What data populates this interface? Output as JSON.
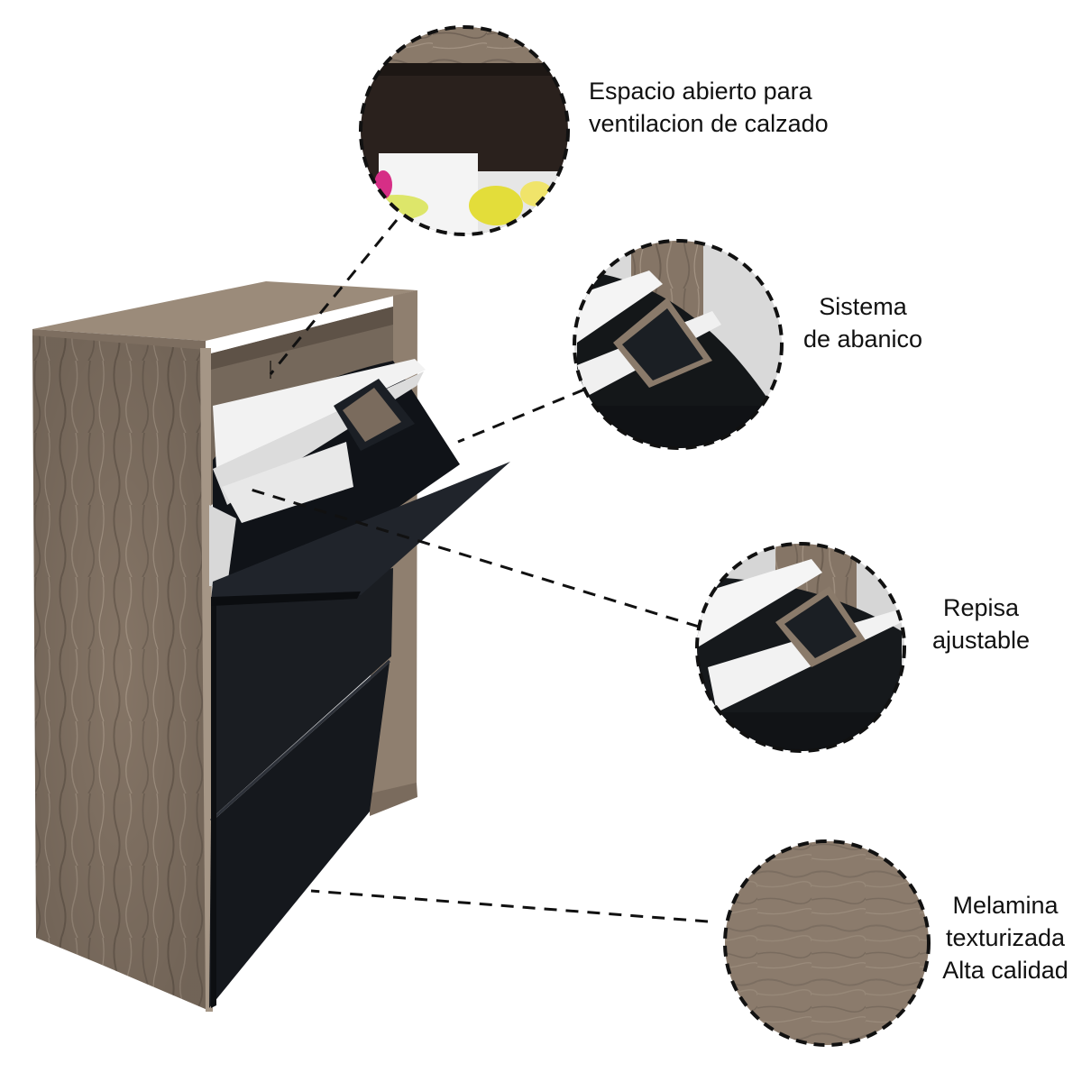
{
  "callouts": [
    {
      "id": "ventilation",
      "lines": [
        "Espacio abierto para",
        "ventilacion de calzado"
      ]
    },
    {
      "id": "fan-system",
      "lines": [
        "Sistema",
        "de abanico"
      ]
    },
    {
      "id": "adjustable-shelf",
      "lines": [
        "Repisa",
        "ajustable"
      ]
    },
    {
      "id": "melamine",
      "lines": [
        "Melamina",
        "texturizada",
        "Alta calidad"
      ]
    }
  ],
  "colors": {
    "wood": "#8a7a6a",
    "wood_dark": "#6d5e50",
    "wood_light": "#a59686",
    "panel_black": "#15181d",
    "shelf_white": "#eeeeee",
    "dashed_line": "#111111",
    "text": "#111111"
  }
}
